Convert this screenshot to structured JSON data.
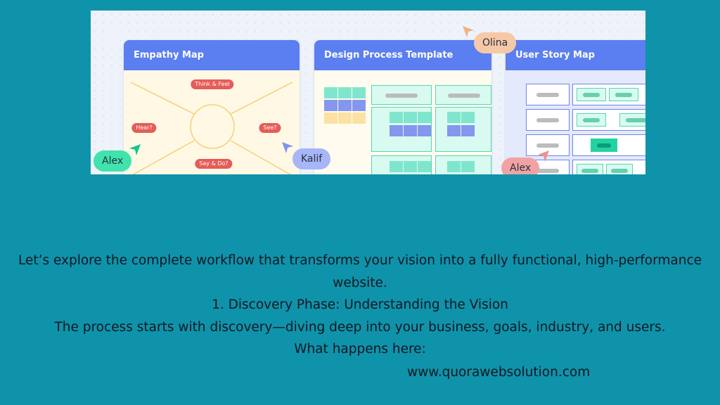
{
  "boards": {
    "empathy": {
      "title": "Empathy Map",
      "tags": {
        "think_feel": "Think & Feel",
        "hear": "Hear?",
        "see": "See?",
        "say_do": "Say & Do?"
      }
    },
    "design": {
      "title": "Design Process Template"
    },
    "story": {
      "title": "User Story Map"
    }
  },
  "collaborators": {
    "olina": {
      "name": "Olina",
      "color": "#f6c9a6"
    },
    "alex_left": {
      "name": "Alex",
      "color": "#41e3ad"
    },
    "kalif": {
      "name": "Kalif",
      "color": "#a6b6f7"
    },
    "alex_right": {
      "name": "Alex",
      "color": "#f1a3a3"
    }
  },
  "content": {
    "intro_line": "Let’s explore the complete workflow that transforms your vision into a fully functional, high-performance website.",
    "phase_heading": "1. Discovery Phase: Understanding the Vision",
    "phase_description": "The process starts with discovery—diving deep into your business, goals, industry, and users.",
    "what_happens": "What happens here:"
  },
  "footer": {
    "url": "www.quorawebsolution.com"
  },
  "colors": {
    "background": "#0f93ab",
    "board_header": "#5b7ff0",
    "tag_red": "#e65c58",
    "teal_cell": "#56d6b4",
    "card_border": "#6e86e8"
  }
}
